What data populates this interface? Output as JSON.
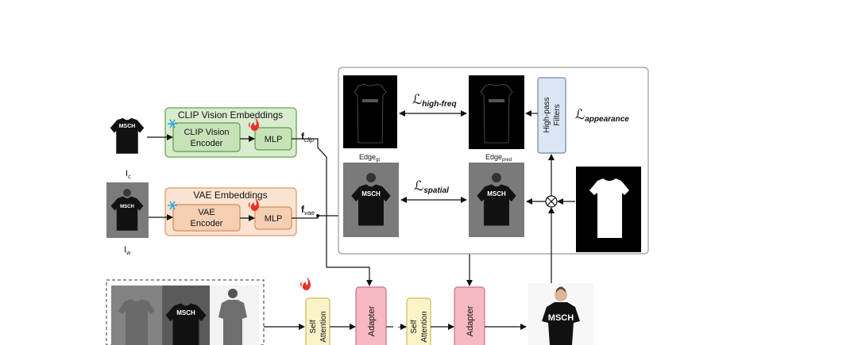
{
  "clip_block": {
    "title": "CLIP Vision Embeddings",
    "encoder_line1": "CLIP Vision",
    "encoder_line2": "Encoder",
    "mlp": "MLP",
    "feature_main": "f",
    "feature_sub": "clip"
  },
  "vae_block": {
    "title": "VAE Embeddings",
    "encoder_line1": "VAE",
    "encoder_line2": "Encoder",
    "mlp": "MLP",
    "feature_main": "f",
    "feature_sub": "vae"
  },
  "inputs": {
    "garment_main": "I",
    "garment_sub": "c",
    "worn_main": "I",
    "worn_sub": "w",
    "shirt_text": "MSCH"
  },
  "loss_panel": {
    "edge_gt_main": "Edge",
    "edge_gt_sub": "gt",
    "edge_pred_main": "Edge",
    "edge_pred_sub": "pred",
    "high_pass_line1": "High-pass",
    "high_pass_line2": "Filters",
    "loss_symbol": "ℒ",
    "loss_high_freq": "high-freq",
    "loss_spatial": "spatial",
    "loss_appearance": "appearance",
    "multiply_symbol": "⊗"
  },
  "unet": {
    "self_attention_line1": "Self",
    "self_attention_line2": "Attention",
    "adapter": "Adapter",
    "ellipsis": "···"
  },
  "colors": {
    "clip_fill": "#d9ecd0",
    "clip_border": "#77b465",
    "vae_fill": "#fae3d2",
    "vae_border": "#e9a574",
    "self_attention_fill": "#fbf4c8",
    "adapter_fill": "#f6b8c1",
    "filter_fill": "#dbe6f4",
    "trainable_icon": "#e8302a",
    "frozen_icon": "#36a9dc"
  },
  "icons": [
    "snowflake-icon",
    "flame-icon"
  ]
}
